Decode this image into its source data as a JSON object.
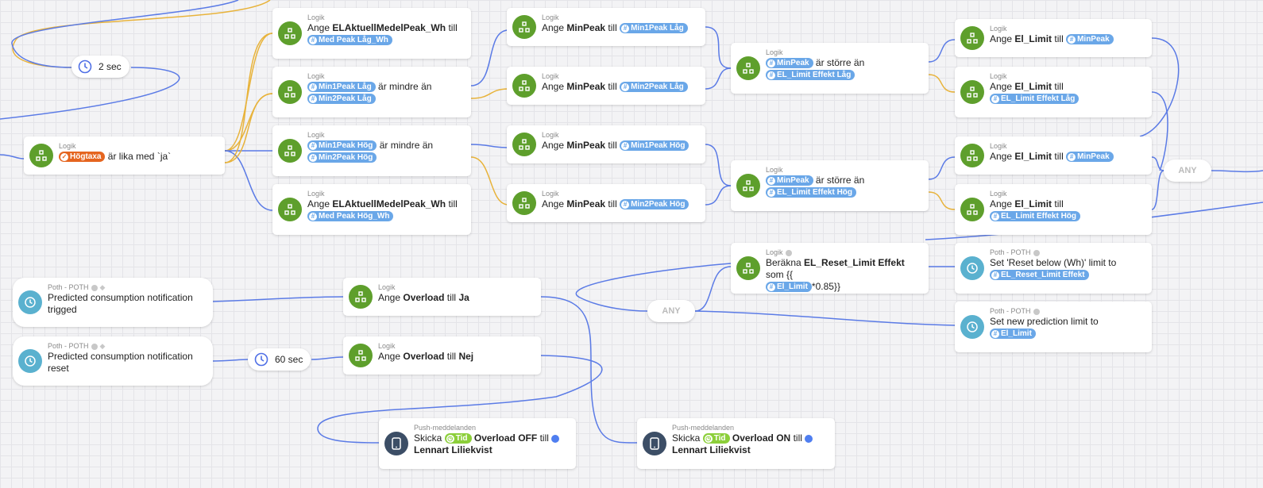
{
  "labels": {
    "logik": "Logik",
    "poth": "Poth - POTH",
    "push": "Push-meddelanden",
    "any": "ANY"
  },
  "delays": {
    "d2": "2 sec",
    "d60": "60 sec"
  },
  "start": {
    "tag": "Högtaxa",
    "rest": "är lika med `ja`"
  },
  "col1": {
    "c1": {
      "a": "Ange",
      "b": "ELAktuellMedelPeak_Wh",
      "c": "till",
      "tag": "Med Peak Låg_Wh"
    },
    "c2": {
      "tag1": "Min1Peak Låg",
      "mid": "är mindre än",
      "tag2": "Min2Peak Låg"
    },
    "c3": {
      "tag1": "Min1Peak Hög",
      "mid": "är mindre än",
      "tag2": "Min2Peak Hög"
    },
    "c4": {
      "a": "Ange",
      "b": "ELAktuellMedelPeak_Wh",
      "c": "till",
      "tag": "Med Peak Hög_Wh"
    }
  },
  "col2": {
    "c1": {
      "a": "Ange",
      "b": "MinPeak",
      "c": "till",
      "tag": "Min1Peak Låg"
    },
    "c2": {
      "a": "Ange",
      "b": "MinPeak",
      "c": "till",
      "tag": "Min2Peak Låg"
    },
    "c3": {
      "a": "Ange",
      "b": "MinPeak",
      "c": "till",
      "tag": "Min1Peak Hög"
    },
    "c4": {
      "a": "Ange",
      "b": "MinPeak",
      "c": "till",
      "tag": "Min2Peak Hög"
    }
  },
  "col3": {
    "c1": {
      "tag1": "MinPeak",
      "mid": "är större än",
      "tag2": "EL_Limit Effekt Låg"
    },
    "c2": {
      "tag1": "MinPeak",
      "mid": "är större än",
      "tag2": "EL_Limit Effekt Hög"
    },
    "calc": {
      "a": "Beräkna",
      "b": "EL_Reset_Limit Effekt",
      "c": "som {{",
      "tag": "El_Limit",
      "d": "*0.85}}"
    }
  },
  "col4": {
    "c1": {
      "a": "Ange",
      "b": "El_Limit",
      "c": "till",
      "tag": "MinPeak"
    },
    "c2": {
      "a": "Ange",
      "b": "El_Limit",
      "c": "till",
      "tag": "EL_Limit Effekt Låg"
    },
    "c3": {
      "a": "Ange",
      "b": "El_Limit",
      "c": "till",
      "tag": "MinPeak"
    },
    "c4": {
      "a": "Ange",
      "b": "El_Limit",
      "c": "till",
      "tag": "EL_Limit Effekt Hög"
    },
    "p1": {
      "a": "Set 'Reset below (Wh)' limit to",
      "tag": "EL_Reset_Limit Effekt"
    },
    "p2": {
      "a": "Set new prediction limit to",
      "tag": "El_Limit"
    }
  },
  "bottom": {
    "t1": "Predicted consumption notification trigged",
    "t2": "Predicted consumption notification reset",
    "o1": {
      "a": "Ange",
      "b": "Overload",
      "c": "till",
      "d": "Ja"
    },
    "o2": {
      "a": "Ange",
      "b": "Overload",
      "c": "till",
      "d": "Nej"
    },
    "push1": {
      "a": "Skicka",
      "tag": "Tid",
      "b": "Overload OFF",
      "c": "till",
      "user": "Lennart Liliekvist"
    },
    "push2": {
      "a": "Skicka",
      "tag": "Tid",
      "b": "Overload ON",
      "c": "till",
      "user": "Lennart Liliekvist"
    }
  },
  "colors": {
    "wire_blue": "#5b7be6",
    "wire_yellow": "#e8b33b",
    "logic_green": "#5e9f2c",
    "tag_blue": "#6aa7e8"
  }
}
